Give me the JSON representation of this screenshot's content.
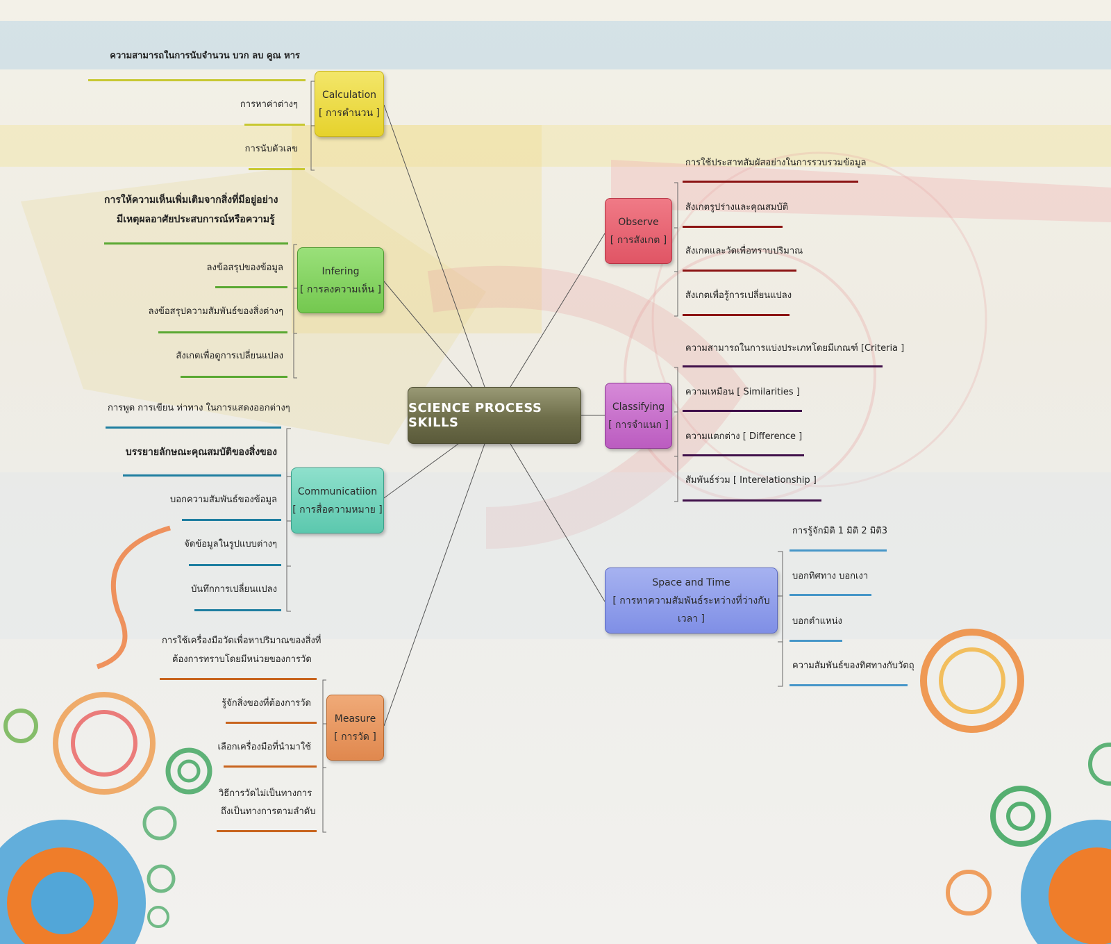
{
  "center": {
    "title": "SCIENCE PROCESS SKILLS"
  },
  "topics": {
    "calculation": {
      "title": "Calculation",
      "subtitle": "[ การคำนวน ]",
      "items": [
        "ความสามารถในการนับจำนวน บวก ลบ คูณ หาร",
        "การหาค่าต่างๆ",
        "การนับตัวเลข"
      ]
    },
    "infering": {
      "title": "Infering",
      "subtitle": "[ การลงความเห็น ]",
      "items": [
        "การให้ความเห็นเพิ่มเติมจากสิ่งที่มีอยู่อย่าง",
        "มีเหตุผลอาศัยประสบการณ์หรือความรู้",
        "ลงข้อสรุปของข้อมูล",
        "ลงข้อสรุปความสัมพันธ์ของสิ่งต่างๆ",
        "สังเกตเพื่อดูการเปลี่ยนแปลง"
      ]
    },
    "communication": {
      "title": "Communicatiion",
      "subtitle": "[ การสื่อความหมาย ]",
      "items": [
        "การพูด การเขียน ท่าทาง ในการแสดงออกต่างๆ",
        "บรรยายลักษณะคุณสมบัติของสิ่งของ",
        "บอกความสัมพันธ์ของข้อมูล",
        "จัดข้อมูลในรูปแบบต่างๆ",
        "บันทึกการเปลี่ยนแปลง"
      ]
    },
    "measure": {
      "title": "Measure",
      "subtitle": "[ การวัด ]",
      "items": [
        "การใช้เครื่องมือวัดเพื่อหาปริมาณของสิ่งที่",
        "ต้องการทราบโดยมีหน่วยของการวัด",
        "รู้จักสิ่งของที่ต้องการวัด",
        "เลือกเครื่องมือที่นำมาใช้",
        "วิธีการวัดไม่เป็นทางการ",
        "ถึงเป็นทางการตามลำดับ"
      ]
    },
    "observe": {
      "title": "Observe",
      "subtitle": "[ การสังเกต ]",
      "items": [
        "การใช้ประสาทสัมผัสอย่างในการรวบรวมข้อมูล",
        "สังเกตรูปร่างและคุณสมบัติ",
        "สังเกตและวัดเพื่อทราบปริมาณ",
        "สังเกตเพื่อรู้การเปลี่ยนแปลง"
      ]
    },
    "classifying": {
      "title": "Classifying",
      "subtitle": "[ การจำแนก ]",
      "items": [
        "ความสามารถในการแบ่งประเภทโดยมีเกณฑ์ [Criteria ]",
        "ความเหมือน [ Similarities ]",
        "ความแตกต่าง [ Difference ]",
        "สัมพันธ์ร่วม [ Interelationship ]"
      ]
    },
    "spacetime": {
      "title": "Space and Time",
      "subtitle": "[ การหาความสัมพันธ์ระหว่างที่ว่างกับเวลา ]",
      "items": [
        "การรู้จักมิติ 1 มิติ 2 มิติ3",
        "บอกทิศทาง บอกเงา",
        "บอกตำแหน่ง",
        "ความสัมพันธ์ของทิศทางกับวัตถุ"
      ]
    }
  },
  "colors": {
    "calculation": "#e6d22c",
    "infering": "#74c84f",
    "communication": "#5cc8ae",
    "measure": "#e0884e",
    "observe": "#e05565",
    "classifying": "#bb5cc0",
    "spacetime": "#7f8fe6",
    "line_calculation": "#c8c832",
    "line_infering": "#5aa832",
    "line_communication": "#1e7ea0",
    "line_measure": "#c8641e",
    "line_observe": "#8c1414",
    "line_classifying": "#40104a",
    "line_spacetime": "#4696c8"
  }
}
